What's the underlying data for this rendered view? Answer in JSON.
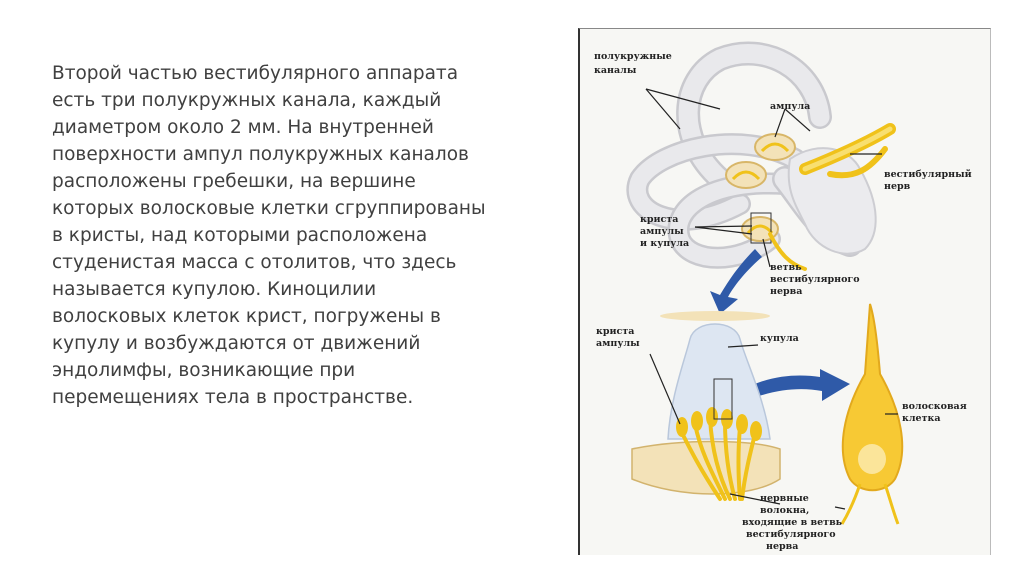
{
  "paragraph": [
    "Второй частью вестибулярного аппарата",
    "есть три полукружных канала, каждый",
    "диаметром около 2 мм. На внутренней",
    "поверхности ампул полукружных каналов",
    "расположены гребешки, на вершине",
    "которых волосковые клетки сгруппированы",
    "в кристы, над которыми расположена",
    "студенистая масса с отолитов, что здесь",
    "называется купулою. Киноцилии",
    "волосковых клеток крист, погружены в",
    "купулу и возбуждаются от движений",
    "эндолимфы, возникающие при",
    "перемещениях тела в пространстве."
  ],
  "figure": {
    "labels": {
      "semicircular_canals": [
        "полукружные",
        "каналы"
      ],
      "ampulla": "ампула",
      "vestibular_nerve": [
        "вестибулярный",
        "нерв"
      ],
      "crista": [
        "криста",
        "ампулы",
        "и купула"
      ],
      "nerve_branch": [
        "ветвь",
        "вестибулярного",
        "нерва"
      ],
      "crista_ampullae": [
        "криста",
        "ампулы"
      ],
      "cupula": "купула",
      "hair_cell": [
        "волосковая",
        "клетка"
      ],
      "nerve_fibers": [
        "нервные",
        "волокна,",
        "входящие в ветвь",
        "вестибулярного",
        "нерва"
      ]
    },
    "colors": {
      "canal": "#e9e9ec",
      "canal_edge": "#c9c9ce",
      "nerve": "#f0c21a",
      "nerve_light": "#f8df70",
      "arrow": "#2f5aa8",
      "cupula": "#dde6f2",
      "tissue": "#f3e2b8"
    }
  }
}
